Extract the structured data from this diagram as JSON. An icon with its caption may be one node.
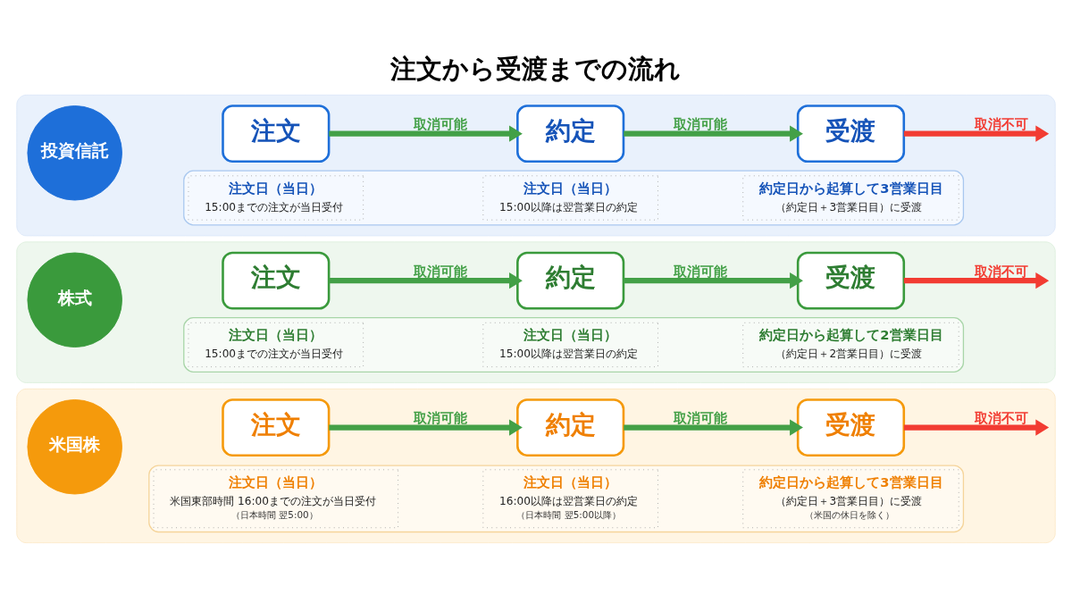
{
  "diagram": {
    "title": "注文から受渡までの流れ",
    "nodes": [
      {
        "text": [],
        "shape": "box"
      },
      {
        "text": [
          "投資信託"
        ],
        "in": 0
      },
      {
        "text": [
          "注文"
        ],
        "in": 0
      },
      {
        "text": [
          "約定"
        ],
        "in": 0
      },
      {
        "text": [
          "受渡"
        ],
        "in": 0
      },
      {
        "text": [],
        "shape": "box",
        "in": 0
      },
      {
        "text": [
          "注文日（当日）",
          "15:00までの注文が当日受付"
        ],
        "in": 5
      },
      {
        "text": [
          "注文日（当日）",
          "15:00以降は翌営業日の約定"
        ],
        "in": 5
      },
      {
        "text": [
          "約定日から起算して3営業日目",
          "（約定日＋3営業日目）に受渡"
        ],
        "in": 5
      },
      {
        "text": [],
        "shape": "box"
      },
      {
        "text": [
          "株式"
        ],
        "in": 9
      },
      {
        "text": [
          "注文"
        ],
        "in": 9
      },
      {
        "text": [
          "約定"
        ],
        "in": 9
      },
      {
        "text": [
          "受渡"
        ],
        "in": 9
      },
      {
        "text": [],
        "shape": "box",
        "in": 9
      },
      {
        "text": [
          "注文日（当日）",
          "15:00までの注文が当日受付"
        ],
        "in": 14
      },
      {
        "text": [
          "注文日（当日）",
          "15:00以降は翌営業日の約定"
        ],
        "in": 14
      },
      {
        "text": [
          "約定日から起算して2営業日目",
          "（約定日＋2営業日目）に受渡"
        ],
        "in": 14
      },
      {
        "text": [],
        "shape": "box"
      },
      {
        "text": [
          "米国株"
        ],
        "in": 18
      },
      {
        "text": [
          "注文"
        ],
        "in": 18
      },
      {
        "text": [
          "約定"
        ],
        "in": 18
      },
      {
        "text": [
          "受渡"
        ],
        "in": 18
      },
      {
        "text": [],
        "shape": "box",
        "in": 18
      },
      {
        "text": [
          "注文日（当日）",
          "米国東部時間 16:00までの注文が当日受付",
          "（日本時間 翌5:00）"
        ],
        "in": 23
      },
      {
        "text": [
          "注文日（当日）",
          "16:00以降は翌営業日の約定",
          "（日本時間 翌5:00以降）"
        ],
        "in": 23
      },
      {
        "text": [
          "約定日から起算して3営業日目",
          "（約定日＋3営業日目）に受渡",
          "（米国の休日を除く）"
        ],
        "in": 23
      }
    ],
    "edges": [
      {
        "from": 2,
        "to": 3,
        "arrow": "to",
        "label": "取消可能"
      },
      {
        "from": 3,
        "to": 4,
        "arrow": "to",
        "label": "取消可能"
      },
      {
        "from": 4,
        "to": null,
        "arrow": "to",
        "label": "取消不可",
        "color": "#f23c32"
      },
      {
        "from": 11,
        "to": 12,
        "arrow": "to",
        "label": "取消可能"
      },
      {
        "from": 12,
        "to": 13,
        "arrow": "to",
        "label": "取消可能"
      },
      {
        "from": 13,
        "to": null,
        "arrow": "to",
        "label": "取消不可",
        "color": "#f23c32"
      },
      {
        "from": 20,
        "to": 21,
        "arrow": "to",
        "label": "取消可能"
      },
      {
        "from": 21,
        "to": 22,
        "arrow": "to",
        "label": "取消可能"
      },
      {
        "from": 22,
        "to": null,
        "arrow": "to",
        "label": "取消不可",
        "color": "#f23c32"
      }
    ]
  }
}
